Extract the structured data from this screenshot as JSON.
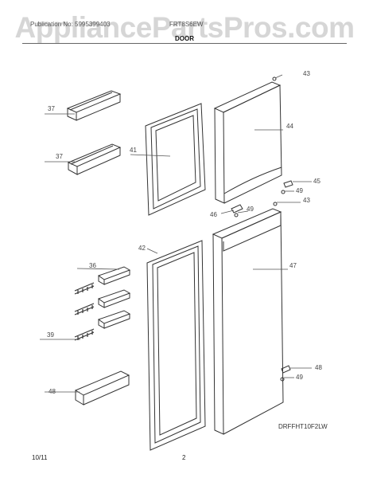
{
  "watermark": "AppliancePartsPros.com",
  "header": {
    "left_text": "Publication No: 5995399403",
    "right_text": "FRT8S6EW",
    "section_title": "DOOR"
  },
  "diagram_code": "DRFFHT10F2LW",
  "footer": {
    "date": "10/11",
    "page": "2"
  },
  "part_labels": {
    "p37a": "37",
    "p37b": "37",
    "p41": "41",
    "p43a": "43",
    "p44": "44",
    "p45": "45",
    "p49a": "49",
    "p43b": "43",
    "p46": "46",
    "p49b": "49",
    "p42": "42",
    "p36": "36",
    "p47": "47",
    "p39": "39",
    "p48a": "48",
    "p49c": "49",
    "p48b": "48"
  }
}
